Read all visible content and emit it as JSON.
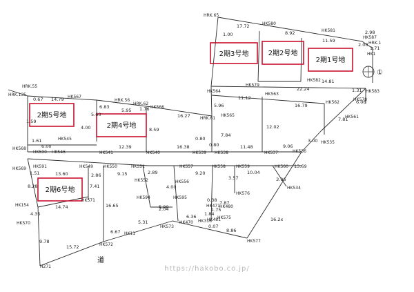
{
  "lots": [
    {
      "id": "lot-2ki-3",
      "label": "2期3号地"
    },
    {
      "id": "lot-2ki-2",
      "label": "2期2号地"
    },
    {
      "id": "lot-2ki-1",
      "label": "2期1号地"
    },
    {
      "id": "lot-2ki-5",
      "label": "2期5号地"
    },
    {
      "id": "lot-2ki-4",
      "label": "2期4号地"
    },
    {
      "id": "lot-2ki-6",
      "label": "2期6号地"
    }
  ],
  "points": {
    "hrk65": "HRK.65",
    "hk580": "HK580",
    "hk581": "HK581",
    "hk587": "HK587",
    "hrk1": "HRK.1",
    "hk1": "HK1",
    "hk579": "HK579",
    "hk582": "HK582",
    "hk583": "HK583",
    "hk564": "HK564",
    "hk563": "HK563",
    "hk562": "HK562",
    "hk578": "HK578",
    "hrk55": "HRK.55",
    "hrk135": "HRK.135",
    "hk567": "HK567",
    "hrk56": "HRK.56",
    "hrk62": "HRK.62",
    "hk566": "HK566",
    "hrk61": "HRK.61",
    "hk565": "HK565",
    "hk561": "HK561",
    "hk545": "HK545",
    "hk590": "HK590",
    "hk546": "HK546",
    "hk541": "HK541",
    "hk540": "HK540",
    "hk539": "HK539",
    "hk538": "HK538",
    "hk537": "HK537",
    "hk536": "HK536",
    "hk535": "HK535",
    "hk568": "HK568",
    "hk569": "HK569",
    "hk591": "HK591",
    "hk549": "HK549",
    "hk550": "HK550",
    "hk551": "HK551",
    "hk557": "HK557",
    "hk558": "HK558",
    "hk559": "HK559",
    "hk560": "HK560",
    "hk552": "HK552",
    "hk556": "HK556",
    "hk576": "HK576",
    "hk534": "HK534",
    "hk154": "HK154",
    "hk571": "HK571",
    "hk594": "HK594",
    "hk595": "HK595",
    "hk471": "HK471",
    "hk480": "HK480",
    "hk575": "HK575",
    "hk570": "HK570",
    "hk573": "HK573",
    "hk470": "HK470",
    "hk316": "HK316",
    "hk481": "HK481",
    "hk11": "HK11",
    "hk577": "HK577",
    "hk572": "HK572",
    "h271": "H271"
  },
  "dimensions": {
    "d1": "1.00",
    "d2": "17.72",
    "d3": "8.92",
    "d4": "11.59",
    "d5": "2.98",
    "d6": "2.00",
    "d7": "1.71",
    "d8": "14.81",
    "d9": "22.24",
    "d10": "11.12",
    "d11": "16.79",
    "d12": "1.31",
    "d13": "6.06",
    "d14": "7.81",
    "d15": "0.67",
    "d16": "14.79",
    "d17": "6.83",
    "d18": "5.95",
    "d19": "1.76",
    "d20": "5.60",
    "d21": "16.27",
    "d22": "5.96",
    "d23": "1.59",
    "d24": "4.00",
    "d25": "1.61",
    "d26": "6.00",
    "d27": "8.59",
    "d28": "7.84",
    "d29": "12.02",
    "d30": "0.80",
    "d31": "12.39",
    "d32": "16.38",
    "d33": "0.80",
    "d34": "11.48",
    "d35": "9.06",
    "d36": "3.00",
    "d37": "1.51",
    "d38": "13.60",
    "d39": "2.86",
    "d40": "9.15",
    "d41": "2.89",
    "d42": "9.20",
    "d43": "3.57",
    "d44": "10.04",
    "d45": "3.96",
    "d46": "13.69",
    "d47": "8.28",
    "d48": "7.41",
    "d49": "4.00",
    "d50": "5.00",
    "d51": "16.65",
    "d52": "2.04",
    "d53": "6.36",
    "d54": "0.38",
    "d55": "1.75",
    "d56": "7.87",
    "d57": "14.74",
    "d58": "4.35",
    "d59": "5.31",
    "d60": "6.67",
    "d61": "1.84",
    "d62": "0.07",
    "d63": "8.86",
    "d64": "16.2x",
    "d65": "9.78",
    "d66": "15.72"
  },
  "road_label": "道",
  "station_marker": "①",
  "watermark": "https://hakobo.co.jp/"
}
